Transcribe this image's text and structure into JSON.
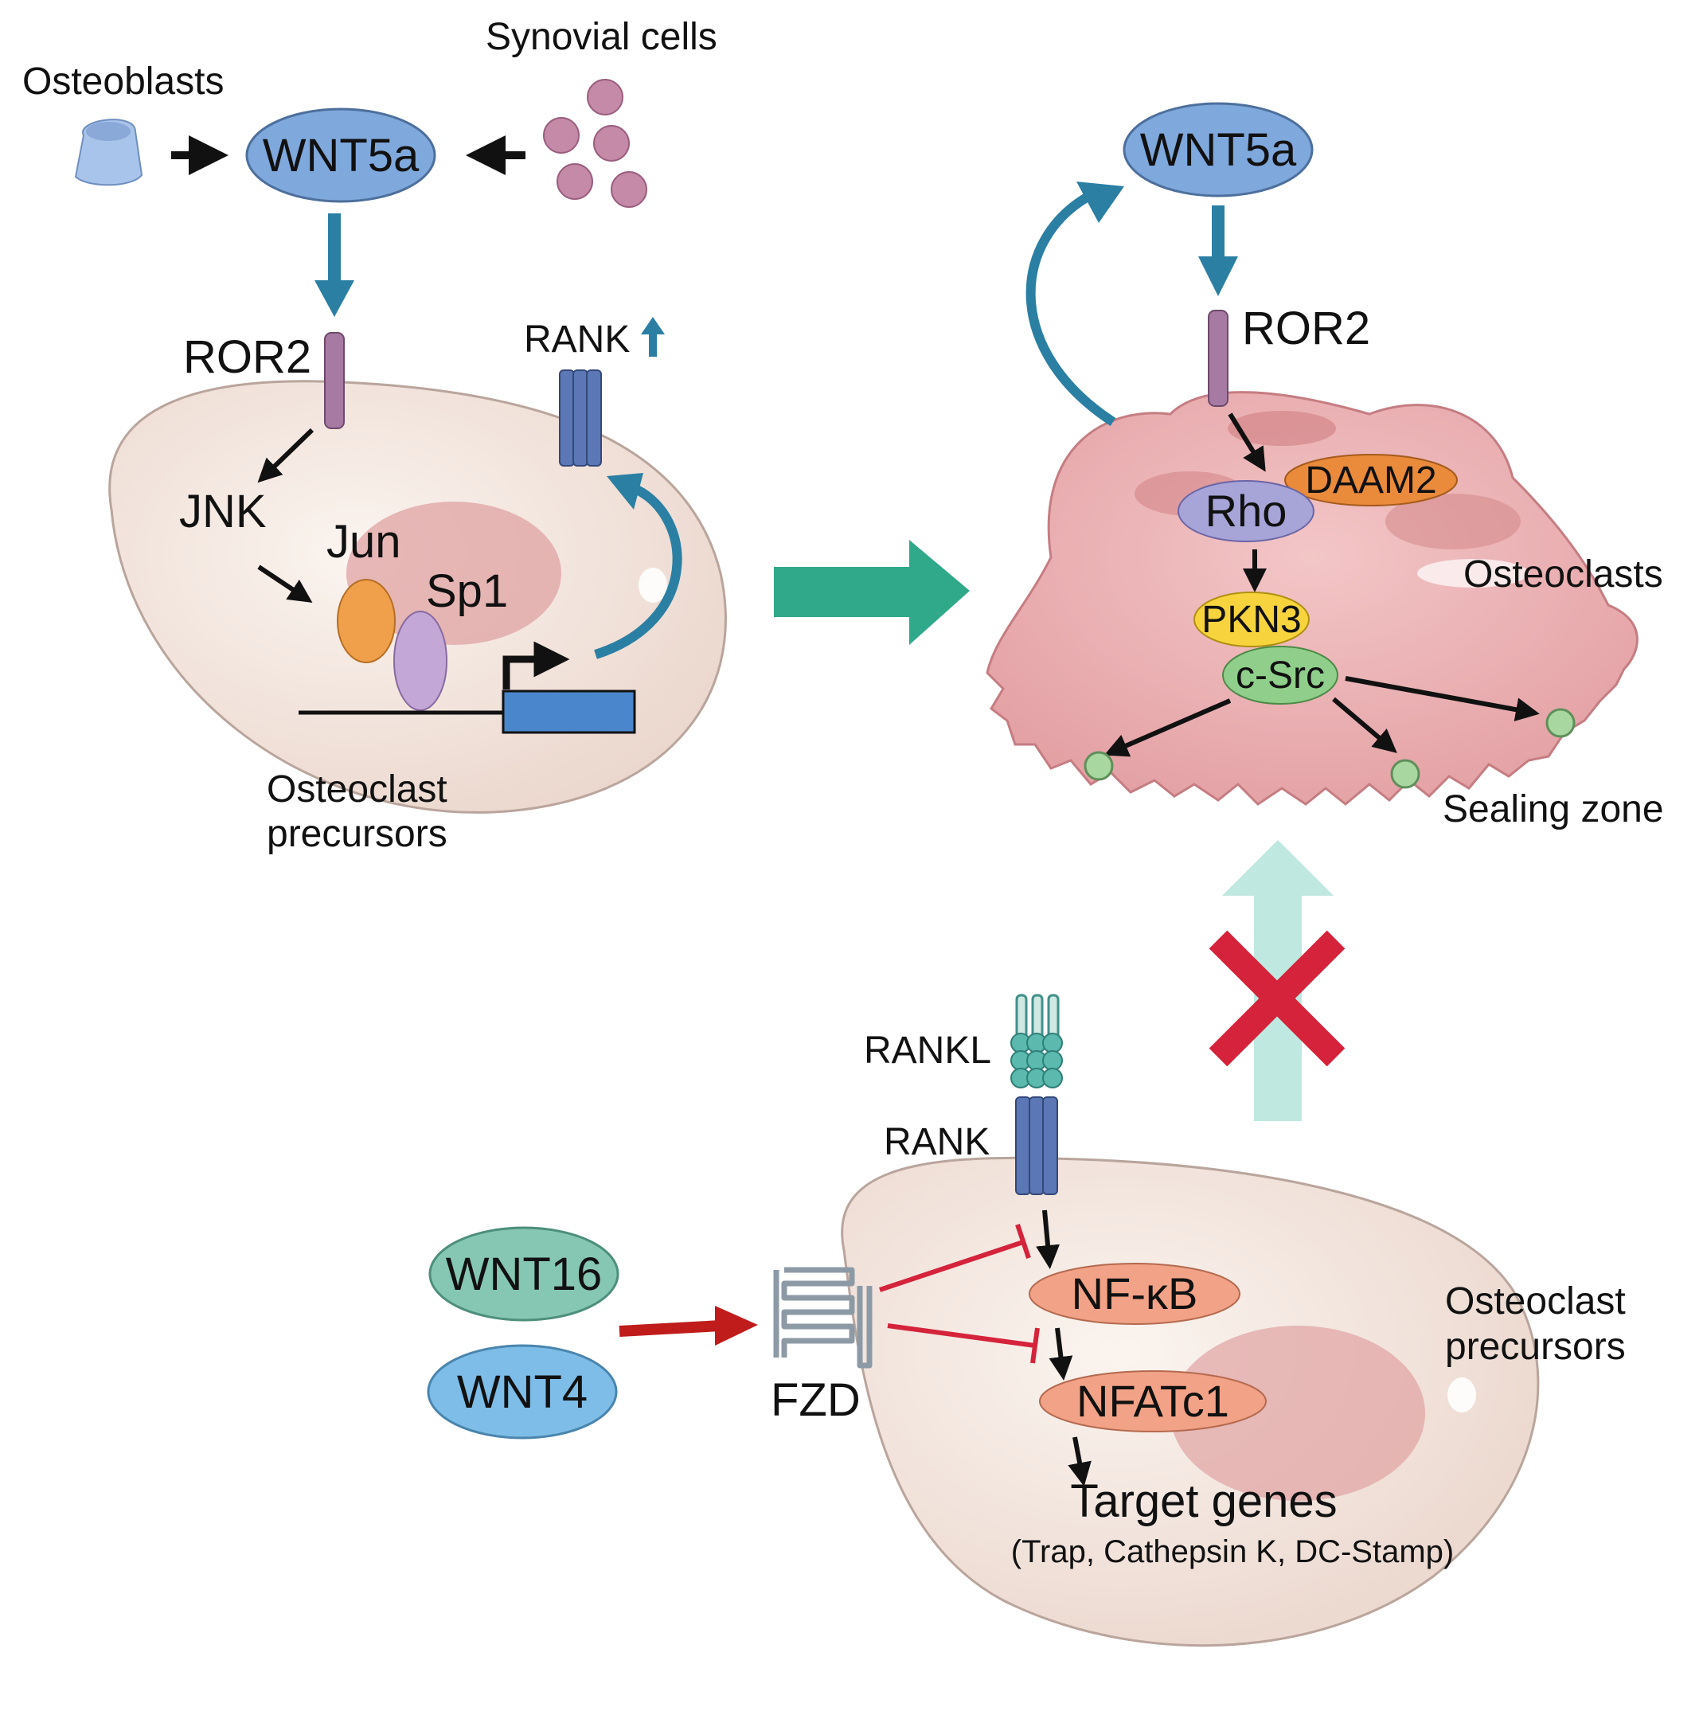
{
  "top_left": {
    "source_osteoblasts": "Osteoblasts",
    "source_synovial": "Synovial cells",
    "ligand": "WNT5a",
    "receptor": "ROR2",
    "rank_label": "RANK",
    "kinase": "JNK",
    "tf1": "Jun",
    "tf2": "Sp1",
    "cell_label_line1": "Osteoclast",
    "cell_label_line2": "precursors"
  },
  "top_right": {
    "ligand": "WNT5a",
    "receptor": "ROR2",
    "node_daam2": "DAAM2",
    "node_rho": "Rho",
    "node_pkn3": "PKN3",
    "node_csrc": "c-Src",
    "cell_label": "Osteoclasts",
    "sealing_zone": "Sealing zone"
  },
  "bottom": {
    "wnt16": "WNT16",
    "wnt4": "WNT4",
    "fzd": "FZD",
    "rankl": "RANKL",
    "rank": "RANK",
    "nfkb": "NF-κB",
    "nfatc1": "NFATc1",
    "target_genes": "Target genes",
    "target_genes_list": "(Trap, Cathepsin K, DC-Stamp)",
    "cell_label_line1": "Osteoclast",
    "cell_label_line2": "precursors"
  },
  "colors": {
    "wnt5a_fill": "#7fa8dc",
    "wnt16_fill": "#86c7b3",
    "wnt4_fill": "#7dbde8",
    "pathway_arrow": "#2a7fa3",
    "transition_arrow": "#2fa98a",
    "inhibit_red": "#d4233a",
    "blocked_arrow": "#bfe8e0",
    "osteoclast_pink": "#e8a7aa",
    "precursor_beige": "#f2e3dc"
  }
}
